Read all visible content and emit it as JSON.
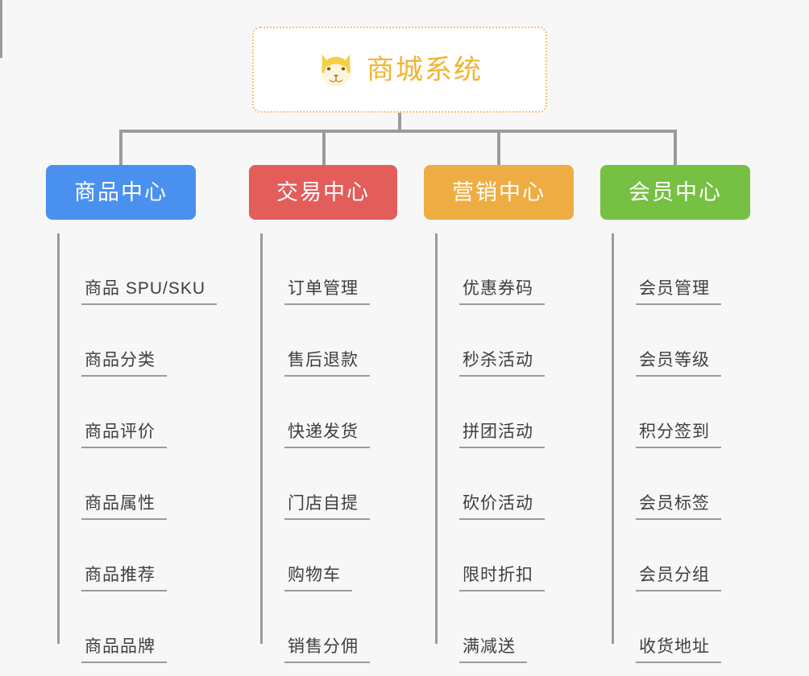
{
  "diagram": {
    "title": "商城系统",
    "root": {
      "label": "商城系统",
      "icon": "dog-face-icon",
      "text_color": "#f2b431",
      "border_color": "#f2c36b",
      "background": "#ffffff"
    },
    "background_color": "#f7f7f7",
    "connector_color": "#9b9b9b",
    "branches": [
      {
        "label": "商品中心",
        "color": "#4a90ee",
        "items": [
          "商品 SPU/SKU",
          "商品分类",
          "商品评价",
          "商品属性",
          "商品推荐",
          "商品品牌"
        ]
      },
      {
        "label": "交易中心",
        "color": "#e35d5b",
        "items": [
          "订单管理",
          "售后退款",
          "快递发货",
          "门店自提",
          "购物车",
          "销售分佣"
        ]
      },
      {
        "label": "营销中心",
        "color": "#eead42",
        "items": [
          "优惠券码",
          "秒杀活动",
          "拼团活动",
          "砍价活动",
          "限时折扣",
          "满减送"
        ]
      },
      {
        "label": "会员中心",
        "color": "#76c043",
        "items": [
          "会员管理",
          "会员等级",
          "积分签到",
          "会员标签",
          "会员分组",
          "收货地址"
        ]
      }
    ]
  }
}
